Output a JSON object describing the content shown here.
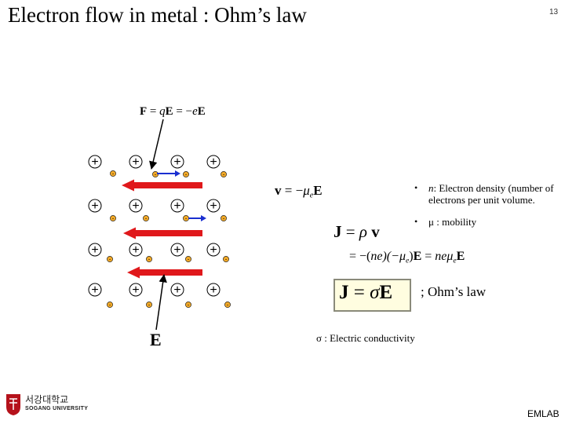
{
  "slide": {
    "title": "Electron flow in metal : Ohm’s law",
    "page_number": "13"
  },
  "diagram": {
    "force_eq": {
      "lhs": "F",
      "eq1": " = ",
      "q": "q",
      "E1": "E",
      "eq2": " = −",
      "e": "e",
      "E2": "E"
    },
    "field_label": "E",
    "ion_symbol": "+",
    "electron_symbol": "-"
  },
  "equations": {
    "velocity": {
      "v": "v",
      "eq": " = −",
      "mu": "μ",
      "sub": "e",
      "E": "E"
    },
    "current": {
      "J": "J",
      "eq": " = ",
      "rho": "ρ",
      "v": " v"
    },
    "expanded": {
      "a": "= −(",
      "n": "n",
      "b": "e)(−",
      "mu": "μ",
      "sub": "e",
      "c": ")",
      "E1": "E",
      "d": " = ",
      "ne": "ne",
      "mu2": "μ",
      "sub2": "e",
      "E2": "E"
    },
    "ohm": {
      "J": "J",
      "eq": " = ",
      "sigma": "σ",
      "E": "E"
    },
    "ohm_label": "; Ohm’s law",
    "sigma_def": "σ : Electric conductivity"
  },
  "bullets": [
    {
      "sym": "n",
      "text": ": Electron density (number of electrons per unit volume."
    },
    {
      "sym": "μ",
      "text": " : mobility"
    }
  ],
  "footer": {
    "logo_korean": "서강대학교",
    "logo_english": "SOGANG UNIVERSITY",
    "emlab": "EMLAB"
  },
  "colors": {
    "red_arrow": "#e0181b",
    "blue_arrow": "#1a2fd0",
    "electron_fill": "#f0a828",
    "logo_red": "#b5121b",
    "box_fill": "#fffde0"
  }
}
